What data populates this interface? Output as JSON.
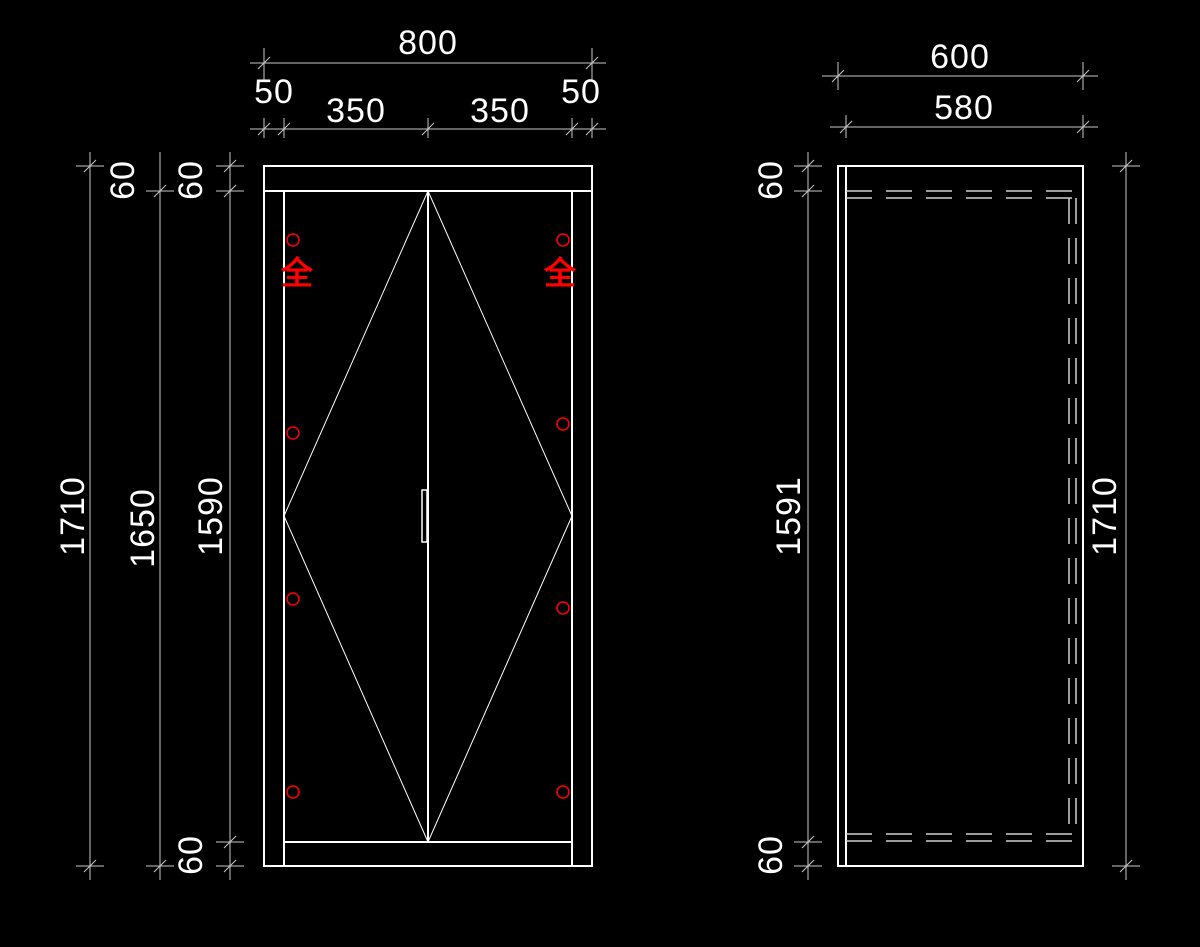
{
  "colors": {
    "background": "#000000",
    "line": "#ffffff",
    "dim_line": "#c8c8c8",
    "hardware": "#ff0000"
  },
  "front_view": {
    "dims": {
      "total_width": "800",
      "side_left": "50",
      "side_right": "50",
      "door_left": "350",
      "door_right": "350",
      "total_height": "1710",
      "inner_height": "1650",
      "door_height": "1590",
      "top_outer": "60",
      "top_inner": "60",
      "bottom": "60"
    },
    "hinge_label_left": "全",
    "hinge_label_right": "全"
  },
  "side_view": {
    "dims": {
      "total_depth": "600",
      "inner_depth": "580",
      "top": "60",
      "inner_height": "1591",
      "bottom": "60",
      "total_height": "1710"
    }
  }
}
